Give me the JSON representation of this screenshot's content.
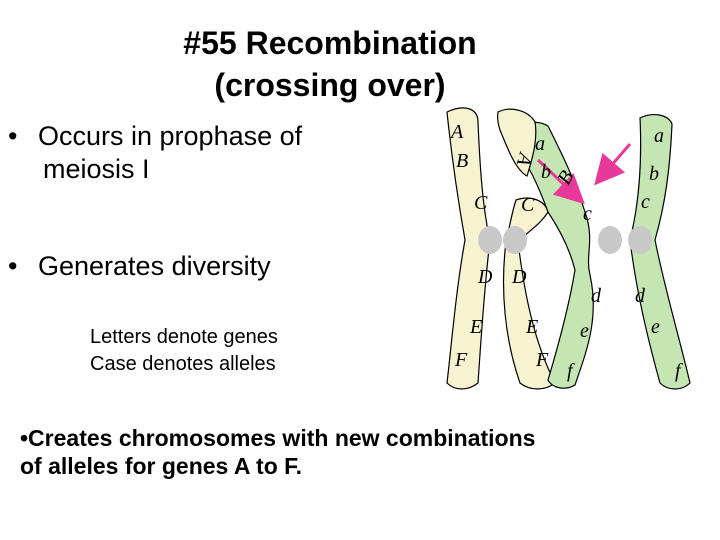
{
  "title": {
    "line1": "#55 Recombination",
    "line2": "(crossing over)"
  },
  "bullets": [
    {
      "marker": "•",
      "line1": "Occurs in prophase of",
      "line2": "meiosis I"
    },
    {
      "marker": "•",
      "line1": "Generates diversity",
      "line2": ""
    }
  ],
  "notes": {
    "line1": "Letters denote genes",
    "line2": "Case denotes alleles"
  },
  "bottom_text": {
    "line1": "•Creates chromosomes with new combinations",
    "line2": "of alleles for genes A to F."
  },
  "colors": {
    "chromatid_light": "#f7f2cf",
    "chromatid_green": "#c5e6b3",
    "centromere": "#c8c8c8",
    "arrow": "#e8399a"
  },
  "diagram": {
    "chromatid1_labels": [
      "A",
      "B",
      "C",
      "D",
      "E",
      "F"
    ],
    "chromatid2_labels": [
      "A",
      "b",
      "C",
      "D",
      "E",
      "F"
    ],
    "chromatid3_labels": [
      "a",
      "B",
      "c",
      "d",
      "e",
      "f"
    ],
    "chromatid4_labels": [
      "a",
      "b",
      "c",
      "d",
      "e",
      "f"
    ]
  }
}
